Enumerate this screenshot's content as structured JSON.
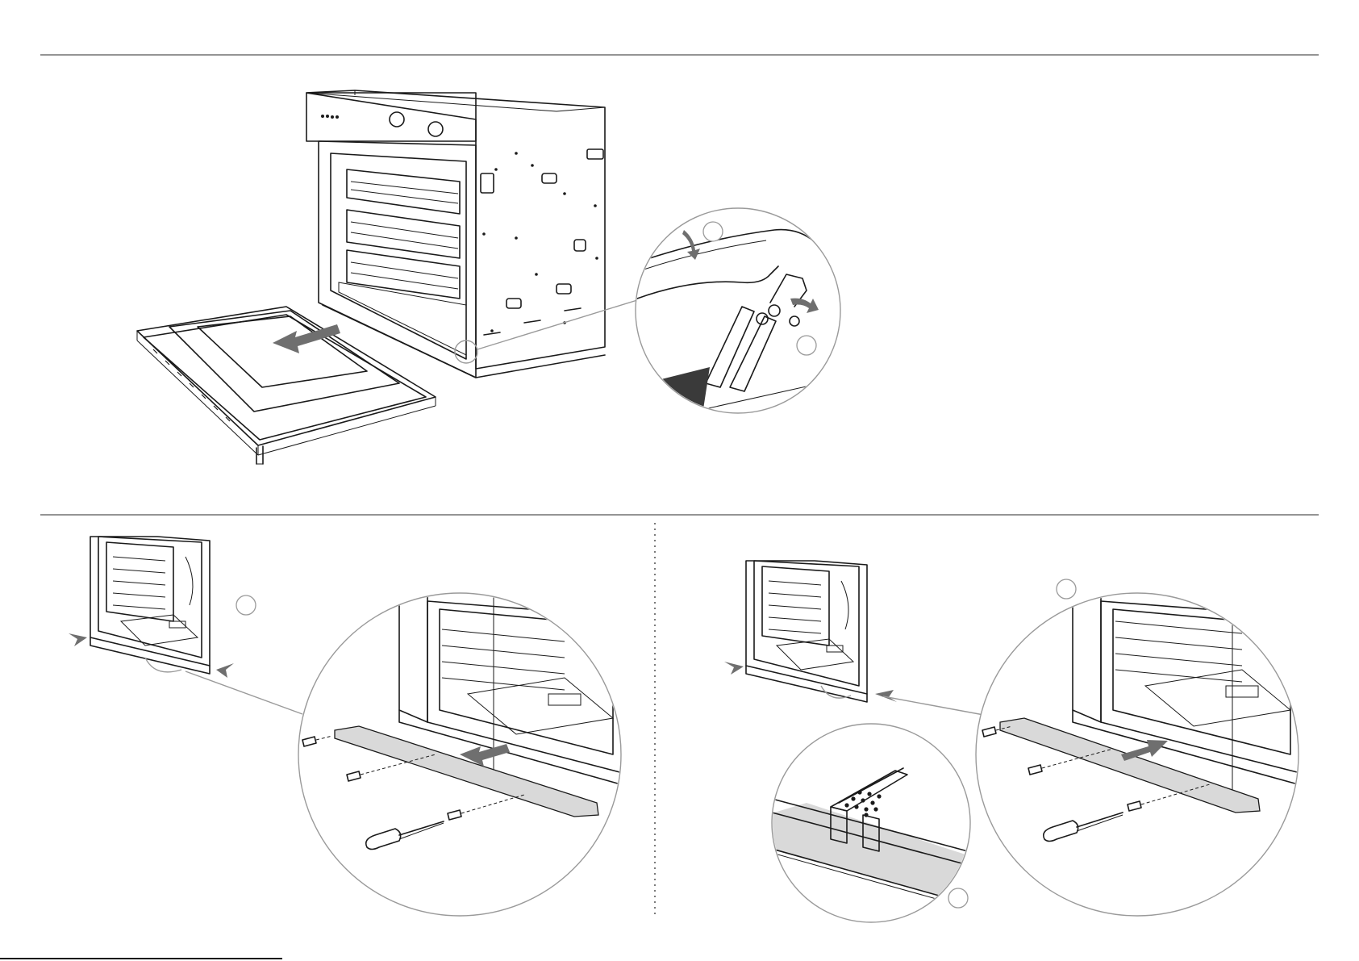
{
  "figure": {
    "sections": [
      {
        "name": "step-remove-door",
        "callouts": 2
      },
      {
        "name": "step-remove-trim-strip",
        "callouts": 2
      },
      {
        "name": "step-fit-trim-strip",
        "callouts": 3
      }
    ]
  },
  "colors": {
    "ink": "#1a1a1a",
    "rule": "#555555",
    "callout_circle": "#9a9a9a",
    "arrow": "#6f6f6f",
    "fill_grey": "#d9d9d9"
  },
  "icons": [
    "oven-icon",
    "oven-door-icon",
    "hinge-detail-icon",
    "screw-icon",
    "screwdriver-icon",
    "trim-strip-icon",
    "arrow-icon"
  ]
}
